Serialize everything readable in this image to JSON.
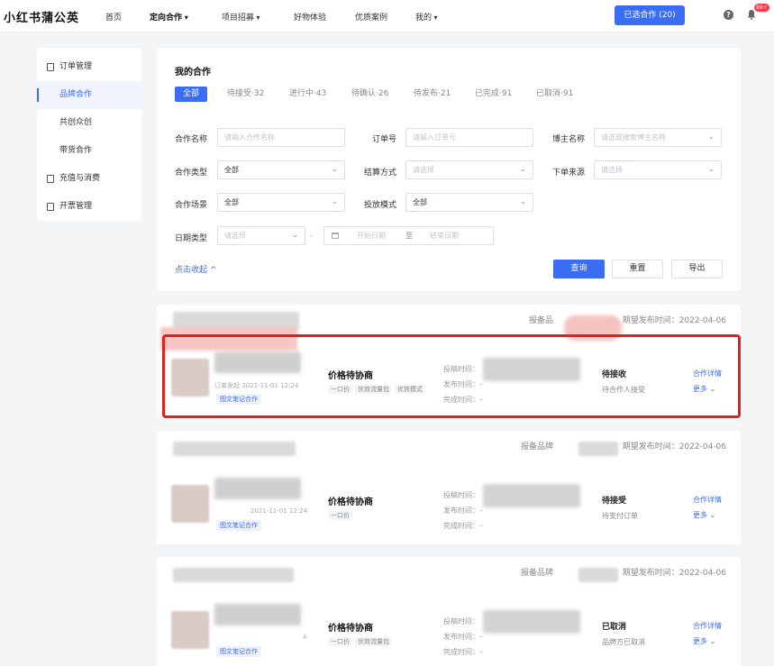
{
  "app": {
    "title": "小红书蒲公英"
  },
  "nav": {
    "items": [
      "首页",
      "定向合作",
      "项目招募",
      "好物体验",
      "优质案例",
      "我的"
    ],
    "selected_button": "已选合作 (20)",
    "badge": "99+"
  },
  "sidebar": {
    "items": [
      {
        "label": "订单管理"
      },
      {
        "label": "品牌合作"
      },
      {
        "label": "共创众创"
      },
      {
        "label": "带货合作"
      },
      {
        "label": "充值与消费"
      },
      {
        "label": "开票管理"
      }
    ]
  },
  "filter": {
    "title": "我的合作",
    "tabs": [
      "全部",
      "待接受·32",
      "进行中·43",
      "待确认·26",
      "待发布·21",
      "已完成·91",
      "已取消·91"
    ],
    "fields": {
      "coop_name_label": "合作名称",
      "coop_name_ph": "请输入合作名称",
      "order_no_label": "订单号",
      "order_no_ph": "请输入订单号",
      "blogger_label": "博主名称",
      "blogger_ph": "请选或搜索博主名称",
      "coop_type_label": "合作类型",
      "coop_type_val": "全部",
      "settle_label": "结算方式",
      "settle_ph": "请选择",
      "source_label": "下单来源",
      "source_ph": "请选择",
      "scene_label": "合作场景",
      "scene_val": "全部",
      "mode_label": "投放模式",
      "mode_val": "全部",
      "date_type_label": "日期类型",
      "date_type_ph": "请选择",
      "start_ph": "开始日期",
      "to": "至",
      "end_ph": "结束日期"
    },
    "collapse": "点击收起 ^",
    "buttons": {
      "query": "查询",
      "reset": "重置",
      "export": "导出"
    }
  },
  "orders": [
    {
      "brand_prefix": "报备品",
      "expected_publish": "期望发布时间：2022-04-06",
      "order_time": "订单发起  2021-11-01 12:24",
      "tag": "图文笔记合作",
      "price_title": "价格待协商",
      "price_tags": [
        "一口价",
        "优效流量包",
        "优效模式"
      ],
      "time_labels": [
        "投稿时间：",
        "发布时间：–",
        "完成时间：–"
      ],
      "status": "待接收",
      "status_sub": "待合作人接受",
      "detail": "合作详情",
      "more": "更多 ⌄"
    },
    {
      "brand_prefix": "报备品牌",
      "expected_publish": "期望发布时间：2022-04-06",
      "order_time": "2021-11-01 12:24",
      "tag": "图文笔记合作",
      "price_title": "价格待协商",
      "price_tags": [
        "一口价"
      ],
      "time_labels": [
        "投稿时间：",
        "发布时间：–",
        "完成时间：–"
      ],
      "status": "待接受",
      "status_sub": "待支付订单",
      "detail": "合作详情",
      "more": "更多 ⌄"
    },
    {
      "brand_prefix": "报备品牌",
      "expected_publish": "期望发布时间：2022-04-06",
      "order_time": "4",
      "tag": "图文笔记合作",
      "price_title": "价格待协商",
      "price_tags": [
        "一口价",
        "优效流量包"
      ],
      "time_labels": [
        "投稿时间：",
        "发布时间：–",
        "完成时间：–"
      ],
      "status": "已取消",
      "status_sub": "品牌方已取消",
      "detail": "合作详情",
      "more": "更多 ⌄"
    }
  ]
}
